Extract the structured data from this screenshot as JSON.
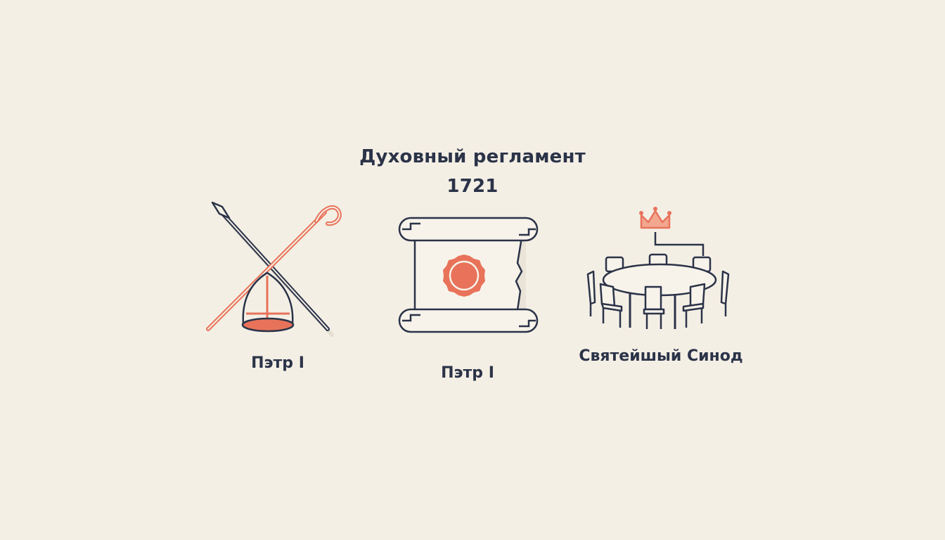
{
  "title": {
    "line1": "Духовный регламент",
    "line2": "1721"
  },
  "items": [
    {
      "label": "Пэтр I",
      "icon": "crossed-staff-and-mitre-icon"
    },
    {
      "label": "Пэтр I",
      "icon": "scroll-with-seal-icon"
    },
    {
      "label": "Святейшый Синод",
      "icon": "round-table-with-crown-icon"
    }
  ],
  "colors": {
    "background": "#f4efe5",
    "ink": "#2b3348",
    "accent": "#e8735a"
  }
}
